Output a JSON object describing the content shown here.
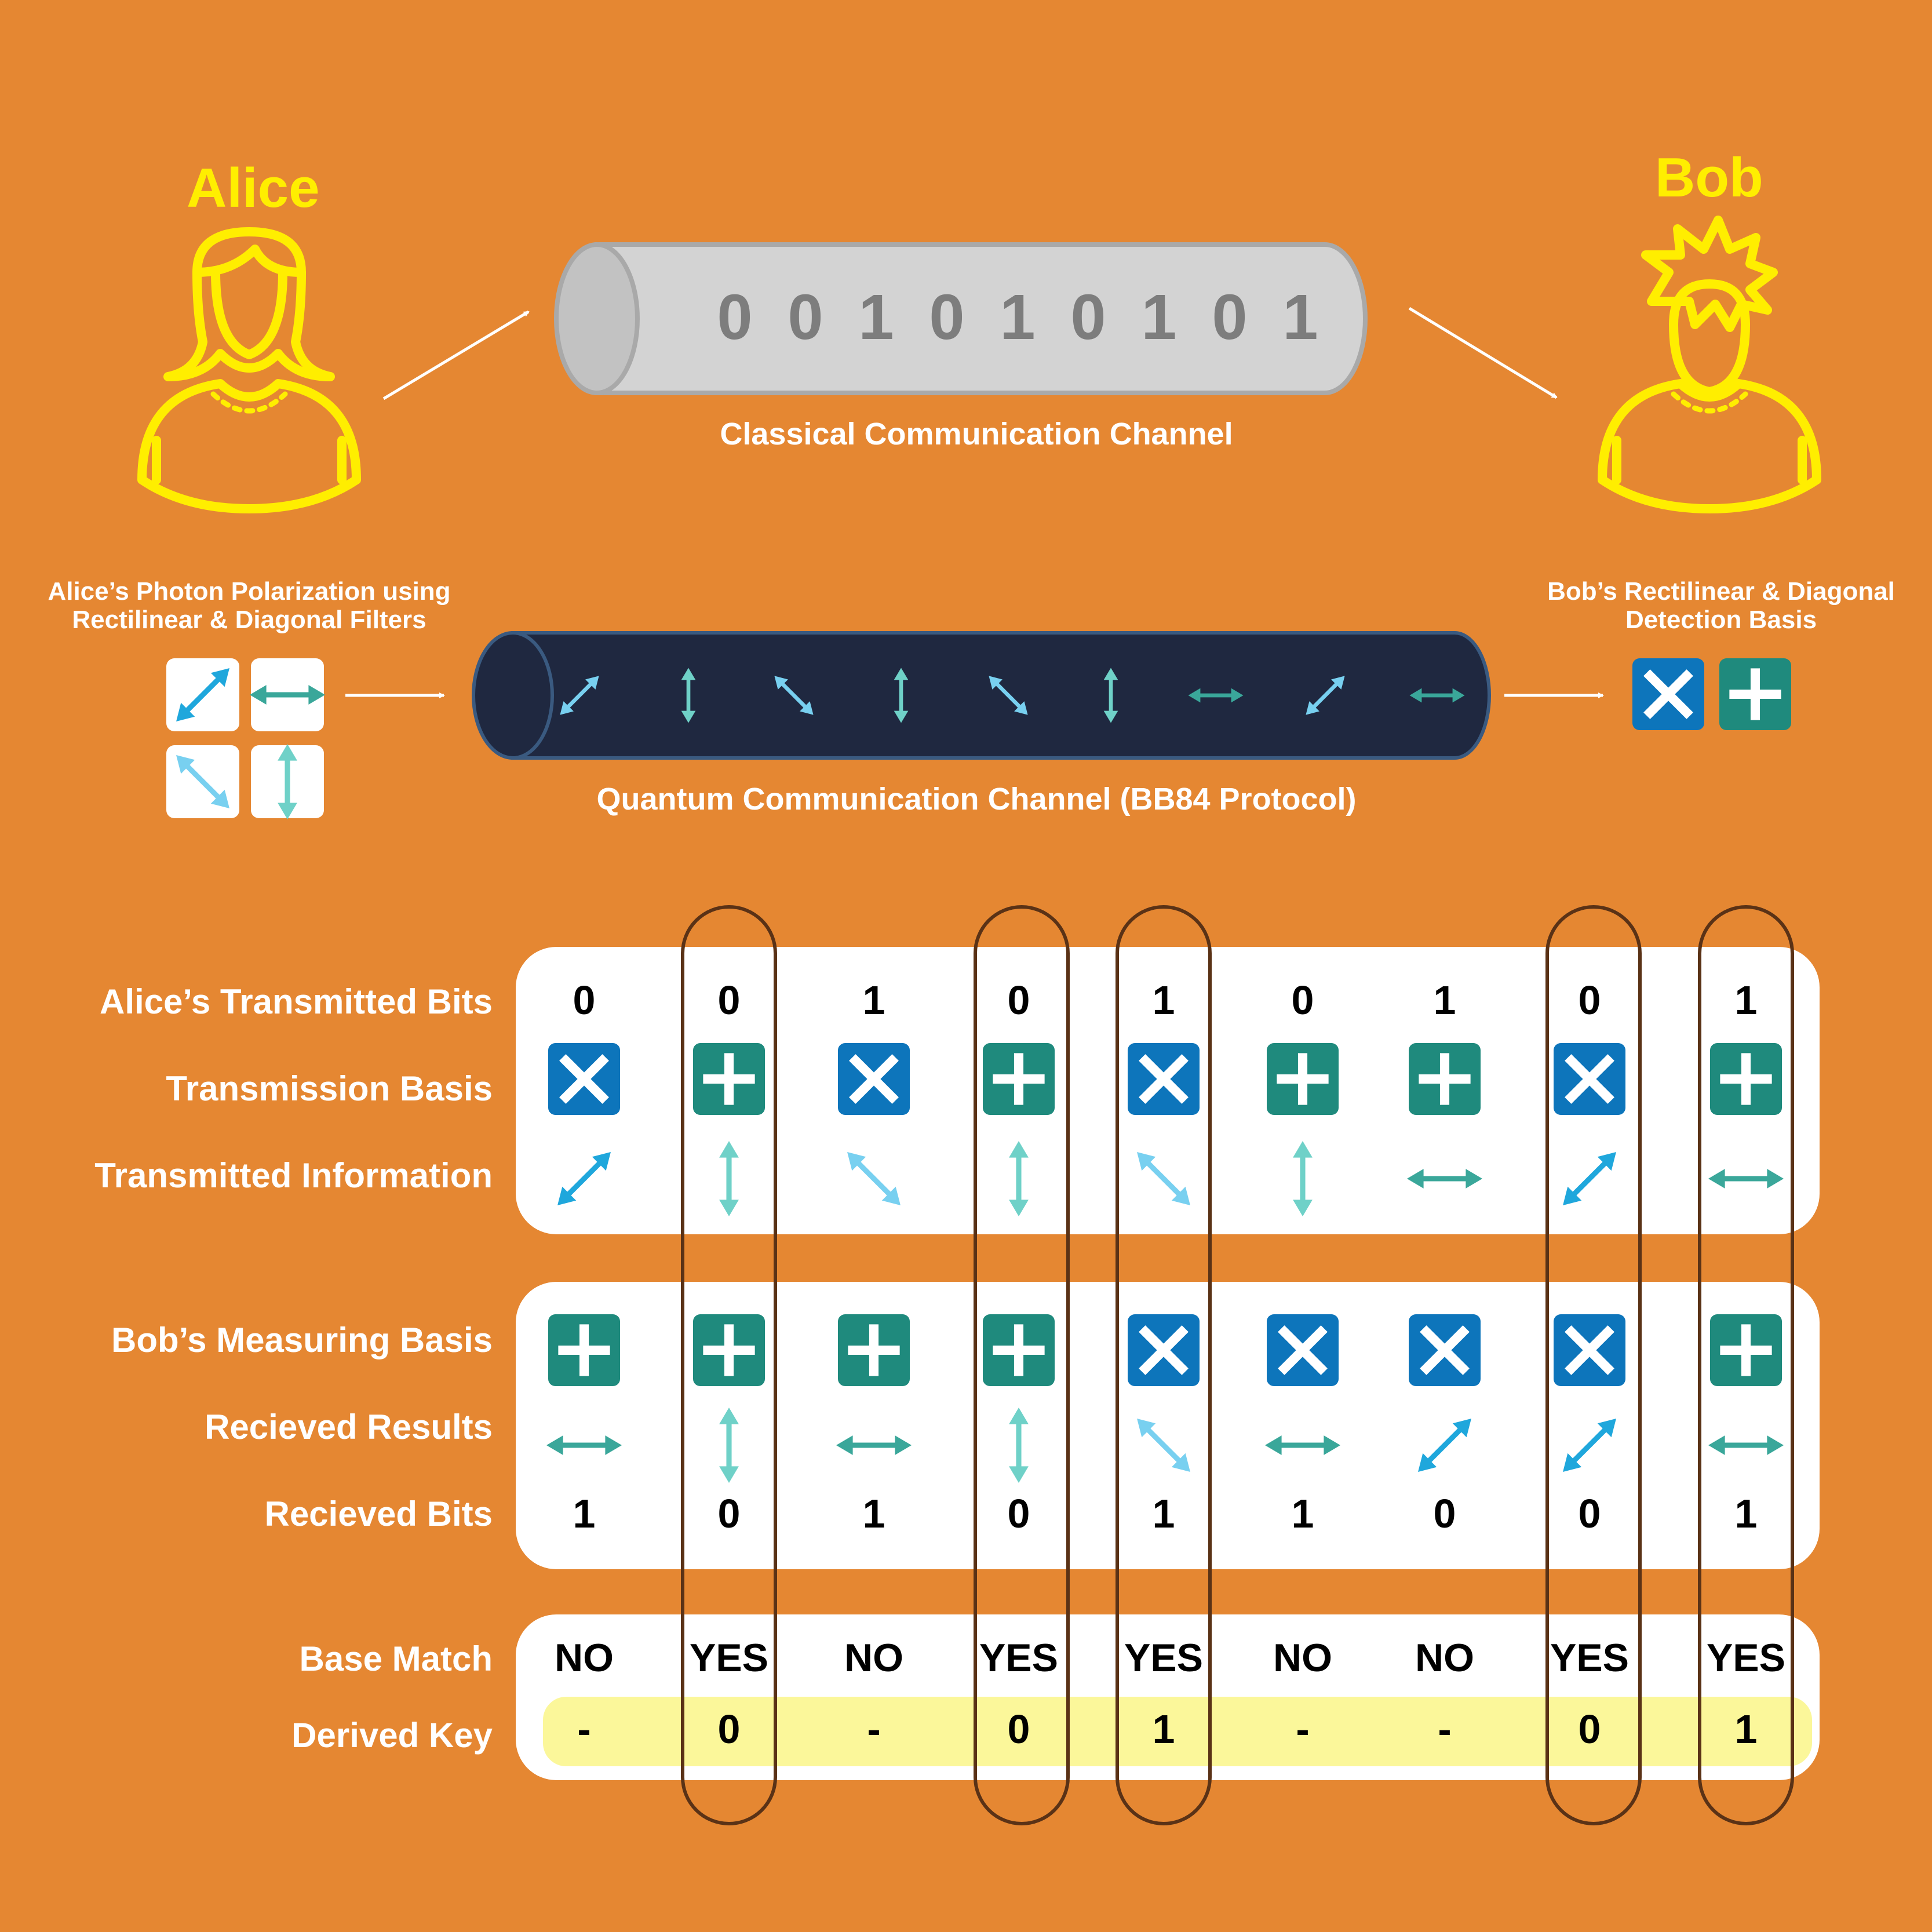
{
  "colors": {
    "background": "#e58732",
    "person": "#ffee00",
    "diag_basis": "#0d75bb",
    "rect_basis": "#1f8a7d",
    "arrow_diag": "#1fa7dc",
    "arrow_diag_light": "#78d0f0",
    "arrow_rect": "#3aa79a",
    "arrow_rect_light": "#6fd1c8",
    "key_highlight": "#fbf79a",
    "quantum_pipe": "#1f2840",
    "classical_pipe": "#d3d3d3"
  },
  "alice": {
    "name": "Alice",
    "filters_caption_line1": "Alice’s Photon Polarization using",
    "filters_caption_line2": "Rectilinear & Diagonal Filters"
  },
  "bob": {
    "name": "Bob",
    "basis_caption_line1": "Bob’s Rectilinear & Diagonal",
    "basis_caption_line2": "Detection Basis"
  },
  "classical_channel": {
    "label": "Classical Communication Channel",
    "bits": [
      "0",
      "0",
      "1",
      "0",
      "1",
      "0",
      "1",
      "0",
      "1"
    ]
  },
  "quantum_channel": {
    "label": "Quantum Communication Channel (BB84 Protocol)",
    "photons": [
      "diag-ne",
      "vertical",
      "diag-nw",
      "vertical",
      "diag-nw",
      "vertical",
      "horizontal",
      "diag-ne",
      "horizontal"
    ]
  },
  "alice_filters": [
    "diag-ne",
    "horizontal",
    "diag-nw",
    "vertical"
  ],
  "bob_bases": [
    "diagonal",
    "rectilinear"
  ],
  "table": {
    "row_labels": {
      "alice_bits": "Alice’s Transmitted Bits",
      "transmission_basis": "Transmission Basis",
      "transmitted_info": "Transmitted Information",
      "bob_basis": "Bob’s Measuring Basis",
      "received_results": "Recieved Results",
      "received_bits": "Recieved Bits",
      "base_match": "Base Match",
      "derived_key": "Derived Key"
    },
    "alice_bits": [
      "0",
      "0",
      "1",
      "0",
      "1",
      "0",
      "1",
      "0",
      "1"
    ],
    "transmission_basis": [
      "diagonal",
      "rectilinear",
      "diagonal",
      "rectilinear",
      "diagonal",
      "rectilinear",
      "rectilinear",
      "diagonal",
      "rectilinear"
    ],
    "transmitted_info": [
      "diag-ne",
      "vertical",
      "diag-nw",
      "vertical",
      "diag-nw",
      "vertical",
      "horizontal",
      "diag-ne",
      "horizontal"
    ],
    "bob_basis": [
      "rectilinear",
      "rectilinear",
      "rectilinear",
      "rectilinear",
      "diagonal",
      "diagonal",
      "diagonal",
      "diagonal",
      "rectilinear"
    ],
    "received_results": [
      "horizontal",
      "vertical",
      "horizontal",
      "vertical",
      "diag-nw",
      "horizontal",
      "diag-ne",
      "diag-ne",
      "horizontal"
    ],
    "received_bits": [
      "1",
      "0",
      "1",
      "0",
      "1",
      "1",
      "0",
      "0",
      "1"
    ],
    "base_match": [
      "NO",
      "YES",
      "NO",
      "YES",
      "YES",
      "NO",
      "NO",
      "YES",
      "YES"
    ],
    "derived_key": [
      "-",
      "0",
      "-",
      "0",
      "1",
      "-",
      "-",
      "0",
      "1"
    ]
  }
}
